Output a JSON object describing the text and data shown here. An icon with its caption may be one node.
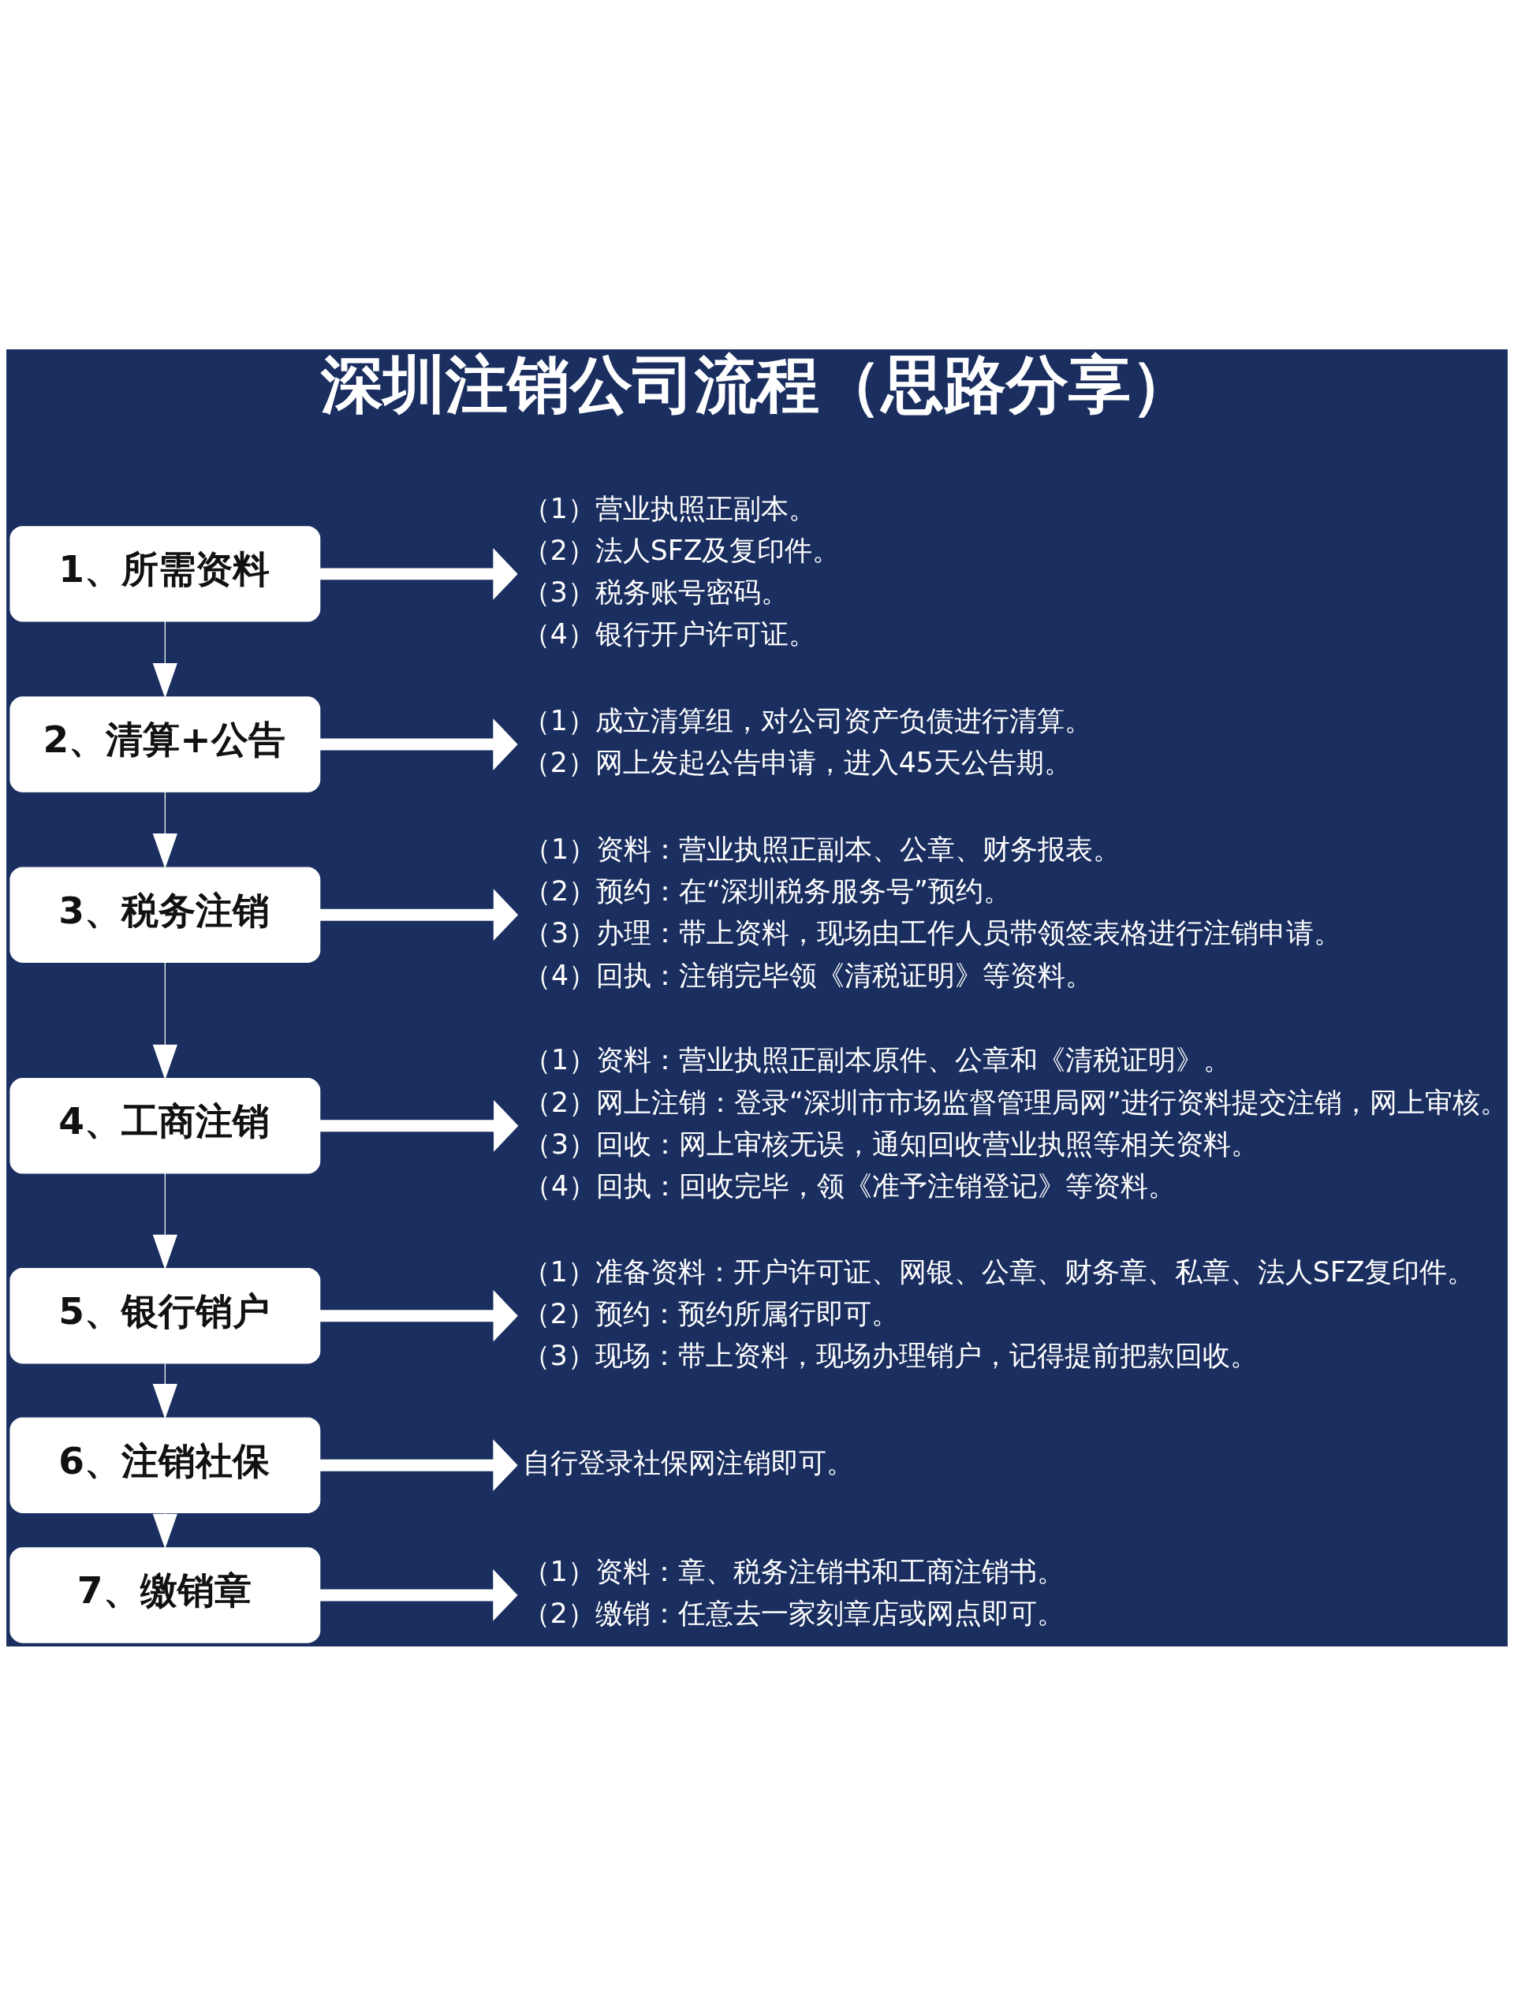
{
  "diagram": {
    "title": "深圳注销公司流程（思路分享）",
    "nodes": [
      {
        "text": [
          "1、所需资料"
        ]
      },
      {
        "text": [
          "（1）营业执照正副本。",
          "（2）法人SFZ及复印件。",
          "（3）税务账号密码。",
          "（4）银行开户许可证。"
        ]
      },
      {
        "text": [
          "2、清算+公告"
        ]
      },
      {
        "text": [
          "（1）成立清算组，对公司资产负债进行清算。",
          "（2）网上发起公告申请，进入45天公告期。"
        ]
      },
      {
        "text": [
          "3、税务注销"
        ]
      },
      {
        "text": [
          "（1）资料：营业执照正副本、公章、财务报表。",
          "（2）预约：在“深圳税务服务号”预约。",
          "（3）办理：带上资料，现场由工作人员带领签表格进行注销申请。",
          "（4）回执：注销完毕领《清税证明》等资料。"
        ]
      },
      {
        "text": [
          "4、工商注销"
        ]
      },
      {
        "text": [
          "（1）资料：营业执照正副本原件、公章和《清税证明》。",
          "（2）网上注销：登录“深圳市市场监督管理局网”进行资料提交注销，网上审核。",
          "（3）回收：网上审核无误，通知回收营业执照等相关资料。",
          "（4）回执：回收完毕，领《准予注销登记》等资料。"
        ]
      },
      {
        "text": [
          "5、银行销户"
        ]
      },
      {
        "text": [
          "（1）准备资料：开户许可证、网银、公章、财务章、私章、法人SFZ复印件。",
          "（2）预约：预约所属行即可。",
          "（3）现场：带上资料，现场办理销户，记得提前把款回收。"
        ]
      },
      {
        "text": [
          "6、注销社保"
        ]
      },
      {
        "text": [
          "自行登录社保网注销即可。"
        ]
      },
      {
        "text": [
          "7、缴销章"
        ]
      },
      {
        "text": [
          "（1）资料：章、税务注销书和工商注销书。",
          "（2）缴销：任意去一家刻章店或网点即可。"
        ]
      }
    ],
    "edges": [
      {
        "from": 0,
        "to": 1,
        "arrow": "to"
      },
      {
        "from": 0,
        "to": 2,
        "arrow": "to"
      },
      {
        "from": 2,
        "to": 3,
        "arrow": "to"
      },
      {
        "from": 2,
        "to": 4,
        "arrow": "to"
      },
      {
        "from": 4,
        "to": 5,
        "arrow": "to"
      },
      {
        "from": 4,
        "to": 6,
        "arrow": "to"
      },
      {
        "from": 6,
        "to": 7,
        "arrow": "to"
      },
      {
        "from": 6,
        "to": 8,
        "arrow": "to"
      },
      {
        "from": 8,
        "to": 9,
        "arrow": "to"
      },
      {
        "from": 8,
        "to": 10,
        "arrow": "to"
      },
      {
        "from": 10,
        "to": 11,
        "arrow": "to"
      },
      {
        "from": 10,
        "to": 12,
        "arrow": "to"
      },
      {
        "from": 12,
        "to": 13,
        "arrow": "to"
      }
    ]
  }
}
